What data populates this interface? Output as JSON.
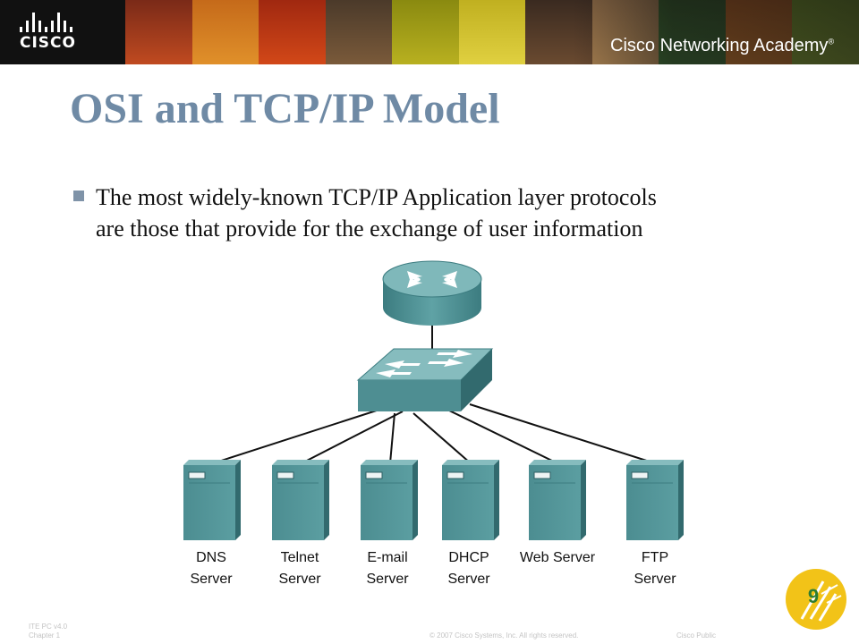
{
  "header": {
    "logo_text": "CISCO",
    "academy_text": "Cisco Networking Academy",
    "trademark": "®"
  },
  "slide": {
    "title": "OSI and TCP/IP Model",
    "bullet_line1": "The most widely-known TCP/IP Application layer protocols",
    "bullet_line2": "are those that provide for the exchange of user information"
  },
  "diagram": {
    "servers": [
      {
        "line1": "DNS",
        "line2": "Server"
      },
      {
        "line1": "Telnet",
        "line2": "Server"
      },
      {
        "line1": "E-mail",
        "line2": "Server"
      },
      {
        "line1": "DHCP",
        "line2": "Server"
      },
      {
        "line1": "Web Server",
        "line2": ""
      },
      {
        "line1": "FTP",
        "line2": "Server"
      }
    ],
    "colors": {
      "device": "#4e8e92",
      "device_dark": "#326a6e",
      "device_light": "#86bcbe",
      "link": "#111111"
    }
  },
  "footer": {
    "course": "ITE PC v4.0",
    "chapter": "Chapter 1",
    "copyright": "© 2007 Cisco Systems, Inc. All rights reserved.",
    "classification": "Cisco Public",
    "page_number": "9"
  }
}
